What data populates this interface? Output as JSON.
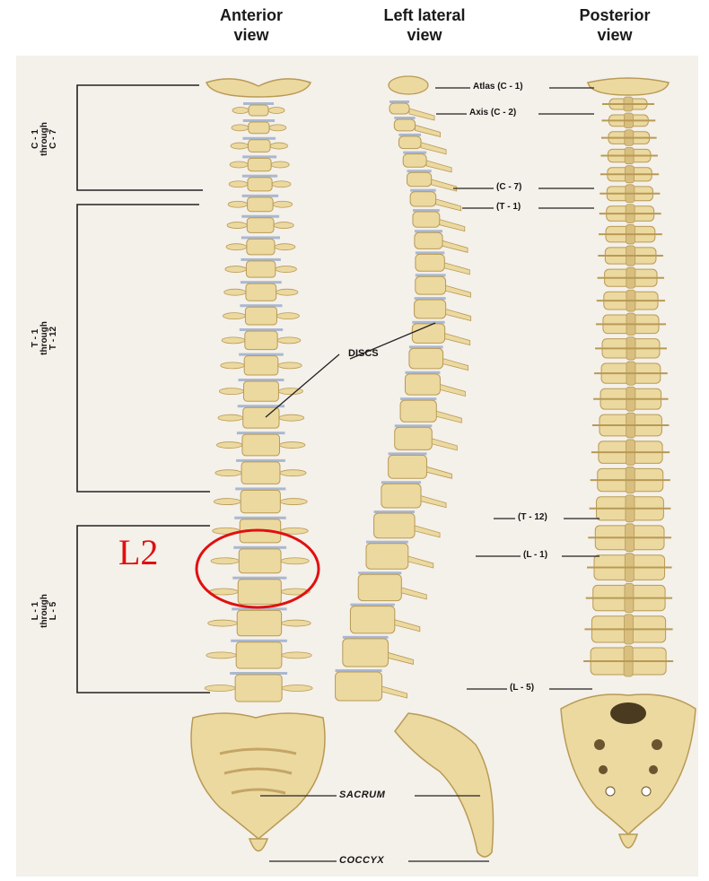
{
  "headers": {
    "anterior": [
      "Anterior",
      "view"
    ],
    "lateral": [
      "Left lateral",
      "view"
    ],
    "posterior": [
      "Posterior",
      "view"
    ]
  },
  "regions": {
    "cervical": [
      "C - 1",
      "through",
      "C - 7"
    ],
    "thoracic": [
      "T - 1",
      "through",
      "T - 12"
    ],
    "lumbar": [
      "L - 1",
      "through",
      "L - 5"
    ]
  },
  "labels": {
    "atlas": "Atlas (C - 1)",
    "axis": "Axis (C - 2)",
    "c7": "(C - 7)",
    "t1": "(T - 1)",
    "discs": "DISCS",
    "t12": "(T - 12)",
    "l1": "(L - 1)",
    "l5": "(L - 5)",
    "sacrum": "SACRUM",
    "coccyx": "COCCYX"
  },
  "annotation": {
    "text": "L2",
    "color": "#e01010"
  },
  "colors": {
    "bone": "#ecd9a0",
    "bone_dark": "#b89a55",
    "disc": "#aab8d0",
    "panel": "#f4f0ea"
  }
}
